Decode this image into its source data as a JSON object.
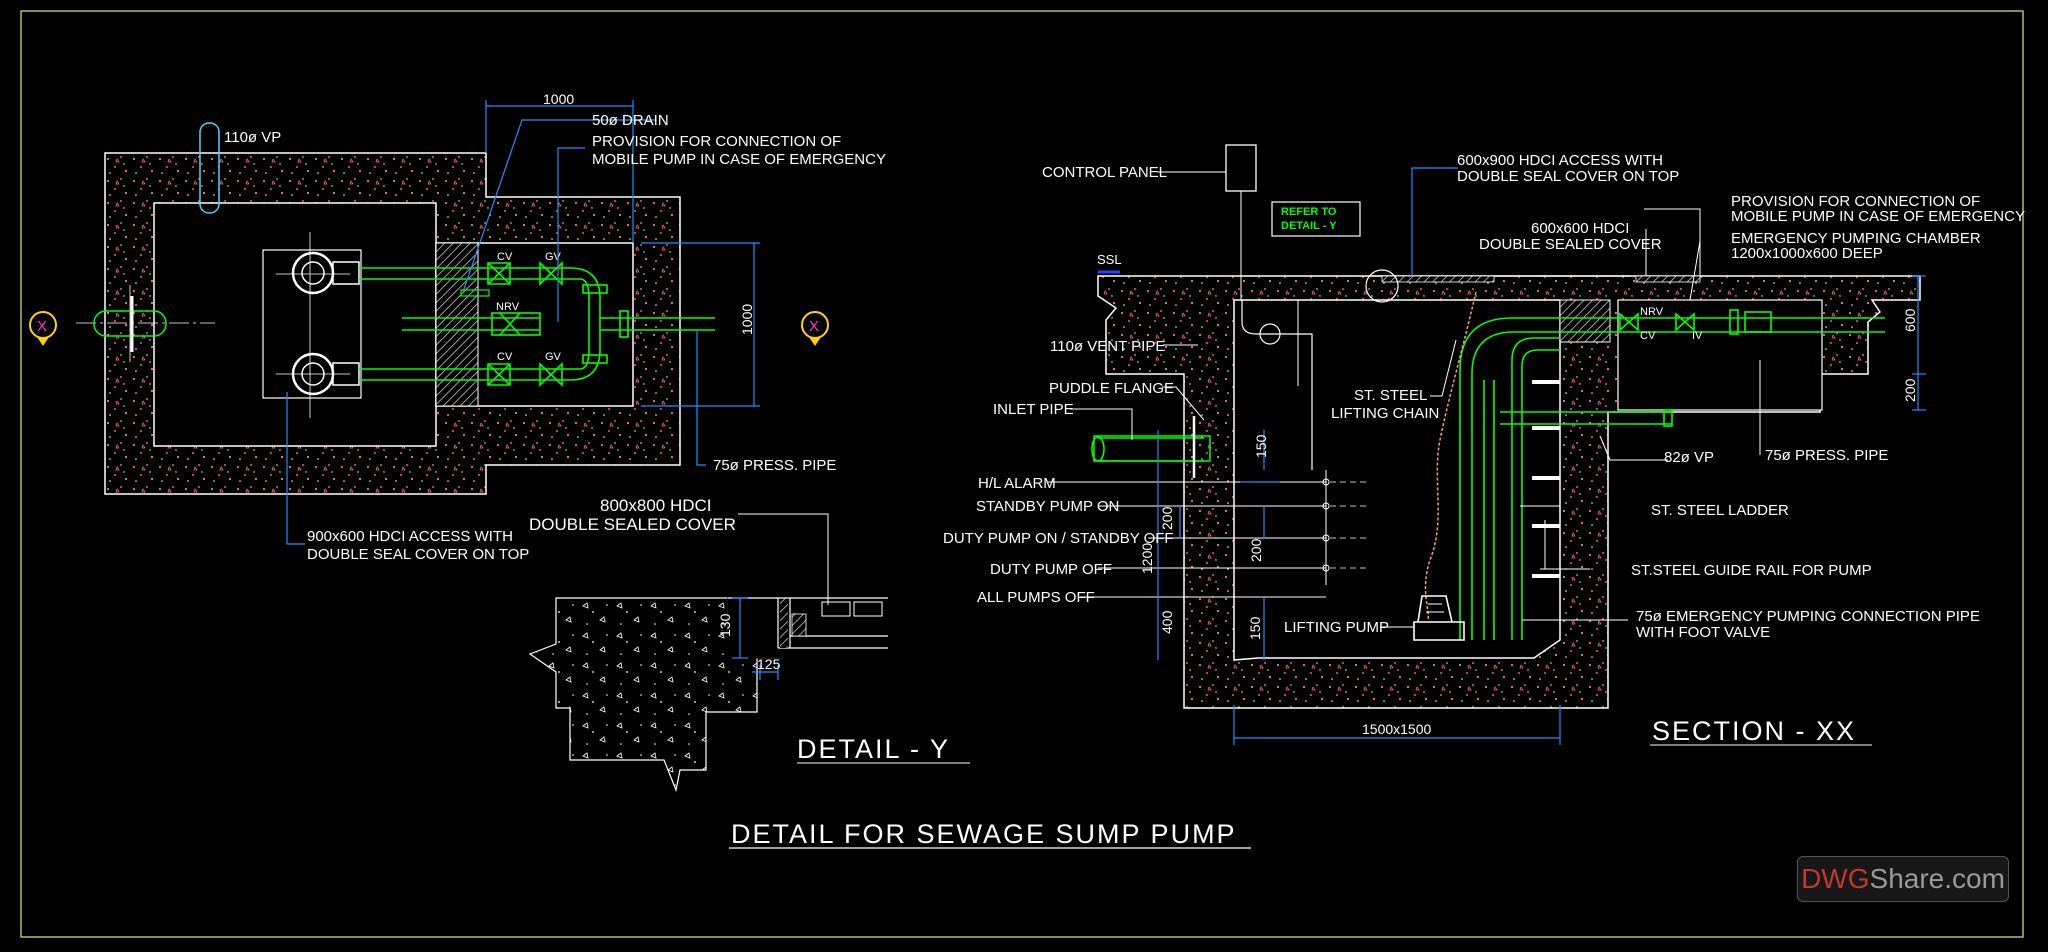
{
  "drawing": {
    "title": "DETAIL FOR SEWAGE SUMP PUMP",
    "detail_y_title": "DETAIL - Y",
    "section_title": "SECTION - XX",
    "section_marker": "X"
  },
  "plan": {
    "vp_110": "110ø VP",
    "dim_1000_top": "1000",
    "drain_50": "50ø DRAIN",
    "mobile_pump_l1": "PROVISION FOR CONNECTION OF",
    "mobile_pump_l2": "MOBILE PUMP IN CASE OF EMERGENCY",
    "cv1": "CV",
    "gv1": "GV",
    "nrv": "NRV",
    "cv2": "CV",
    "gv2": "GV",
    "dim_1000_right": "1000",
    "press_pipe": "75ø PRESS. PIPE",
    "access_l1": "900x600 HDCI ACCESS WITH",
    "access_l2": "DOUBLE SEAL COVER ON TOP"
  },
  "detail_y": {
    "cover_l1": "800x800   HDCI",
    "cover_l2": "DOUBLE SEALED COVER",
    "dim_130": "130",
    "dim_125": "125"
  },
  "section": {
    "control_panel": "CONTROL PANEL",
    "access_l1": "600x900 HDCI ACCESS WITH",
    "access_l2": "DOUBLE SEAL COVER ON TOP",
    "refer_l1": "REFER TO",
    "refer_l2": "DETAIL - Y",
    "ssl": "SSL",
    "hdci_l1": "600x600 HDCI",
    "hdci_l2": "DOUBLE SEALED COVER",
    "mobile_l1": "PROVISION FOR CONNECTION OF",
    "mobile_l2": "MOBILE PUMP IN CASE OF EMERGENCY",
    "chamber_l1": "EMERGENCY PUMPING CHAMBER",
    "chamber_l2": "1200x1000x600 DEEP",
    "nrv": "NRV",
    "cv": "CV",
    "iv": "IV",
    "dim_600": "600",
    "dim_200_r": "200",
    "vent_pipe": "110ø VENT PIPE",
    "puddle_flange": "PUDDLE FLANGE",
    "inlet_pipe": "INLET PIPE",
    "lifting_chain_l1": "ST. STEEL",
    "lifting_chain_l2": "LIFTING CHAIN",
    "vp_82": "82ø VP",
    "press_pipe": "75ø PRESS. PIPE",
    "ladder": "ST. STEEL LADDER",
    "guide_rail": "ST.STEEL GUIDE RAIL FOR PUMP",
    "emergency_l1": "75ø EMERGENCY PUMPING CONNECTION PIPE",
    "emergency_l2": "WITH FOOT VALVE",
    "hl_alarm": "H/L ALARM",
    "standby_on": "STANDBY PUMP ON",
    "duty_standby": "DUTY PUMP ON / STANDBY OFF",
    "duty_off": "DUTY PUMP OFF",
    "all_off": "ALL PUMPS OFF",
    "lifting_pump": "LIFTING PUMP",
    "dim_150_top": "150",
    "dim_200_a": "200",
    "dim_200_b": "200",
    "dim_1200": "1200",
    "dim_400": "400",
    "dim_150_bot": "150",
    "dim_1500": "1500x1500"
  },
  "watermark": {
    "part1": "DWG",
    "part2": "Share.com"
  },
  "colors": {
    "background": "#000000",
    "frame": "#d8d86a",
    "line": "#ffffff",
    "pipe": "#00ff00",
    "dimension": "#1e90ff",
    "concrete_dots": "#ff6a6a",
    "marker": "#ffd400",
    "marker_letter": "#ff33cc"
  }
}
